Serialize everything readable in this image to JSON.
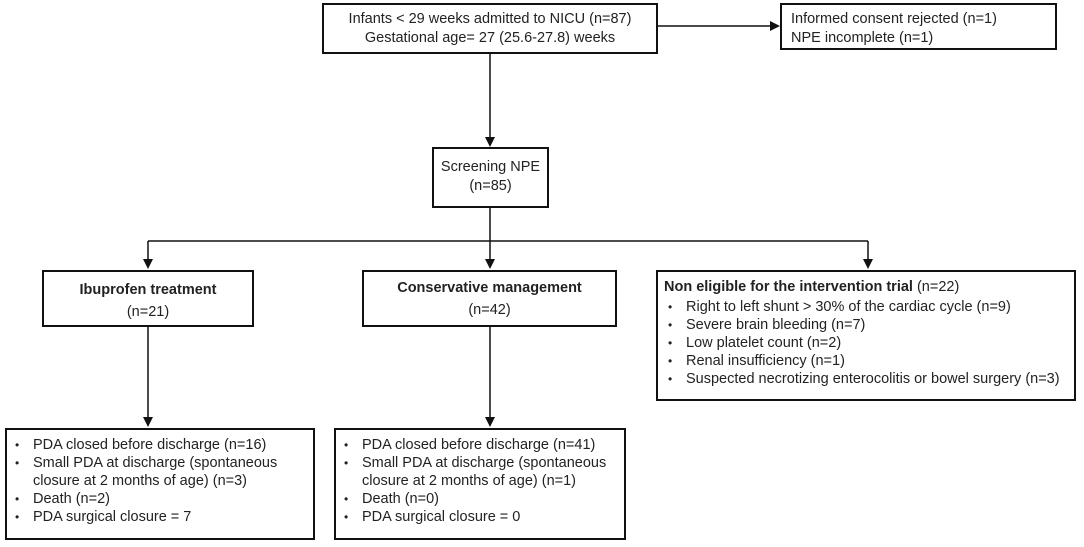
{
  "admitted": {
    "line1": "Infants < 29 weeks admitted to NICU (n=87)",
    "line2": "Gestational age= 27 (25.6-27.8) weeks"
  },
  "excluded": {
    "line1": "Informed consent rejected (n=1)",
    "line2": "NPE incomplete  (n=1)"
  },
  "screening": {
    "line1": "Screening NPE",
    "line2": "(n=85)"
  },
  "ibuprofen": {
    "title": "Ibuprofen treatment",
    "count": "(n=21)",
    "outcomes": [
      "PDA closed before discharge (n=16)",
      "Small PDA at discharge (spontaneous",
      "closure at 2 months of age) (n=3)",
      "Death (n=2)",
      "PDA surgical closure = 7"
    ]
  },
  "conservative": {
    "title": "Conservative management",
    "count": "(n=42)",
    "outcomes": [
      "PDA closed before discharge (n=41)",
      "Small PDA at discharge (spontaneous",
      "closure at 2 months of age) (n=1)",
      "Death (n=0)",
      "PDA surgical closure = 0"
    ]
  },
  "noneligible": {
    "title": "Non eligible for the intervention trial",
    "count": " (n=22)",
    "reasons": [
      "Right to left shunt > 30% of the cardiac cycle (n=9)",
      "Severe brain bleeding (n=7)",
      "Low platelet count (n=2)",
      "Renal insufficiency (n=1)",
      "Suspected necrotizing enterocolitis or bowel surgery (n=3)"
    ]
  },
  "bullet_char": "•"
}
